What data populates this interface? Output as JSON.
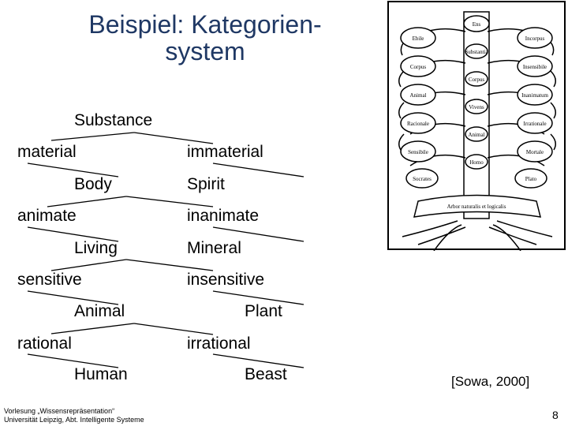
{
  "title": {
    "line1": "Beispiel: Kategorien-",
    "line2": "system"
  },
  "terms": {
    "substance": "Substance",
    "material": "material",
    "immaterial": "immaterial",
    "body": "Body",
    "spirit": "Spirit",
    "animate": "animate",
    "inanimate": "inanimate",
    "living": "Living",
    "mineral": "Mineral",
    "sensitive": "sensitive",
    "insensitive": "insensitive",
    "animal": "Animal",
    "plant": "Plant",
    "rational": "rational",
    "irrational": "irrational",
    "human": "Human",
    "beast": "Beast"
  },
  "tree_image": {
    "banner": "Arbor naturalis et logicalis",
    "leaves_left": [
      "Ebile",
      "Corpus",
      "Animal",
      "Racionale",
      "Sensibile",
      "Socrates"
    ],
    "leaves_right": [
      "Incorpus",
      "Insensibile",
      "Inanimatum",
      "Irrationale",
      "Mortale",
      "Plato"
    ],
    "trunk": [
      "Ens",
      "Substantia",
      "Corpus",
      "Vivens",
      "Animal",
      "Homo"
    ]
  },
  "citation": "[Sowa, 2000]",
  "footer": {
    "line1": "Vorlesung „Wissensrepräsentation“",
    "line2": "Universität Leipzig, Abt. Intelligente Systeme"
  },
  "page_number": "8"
}
